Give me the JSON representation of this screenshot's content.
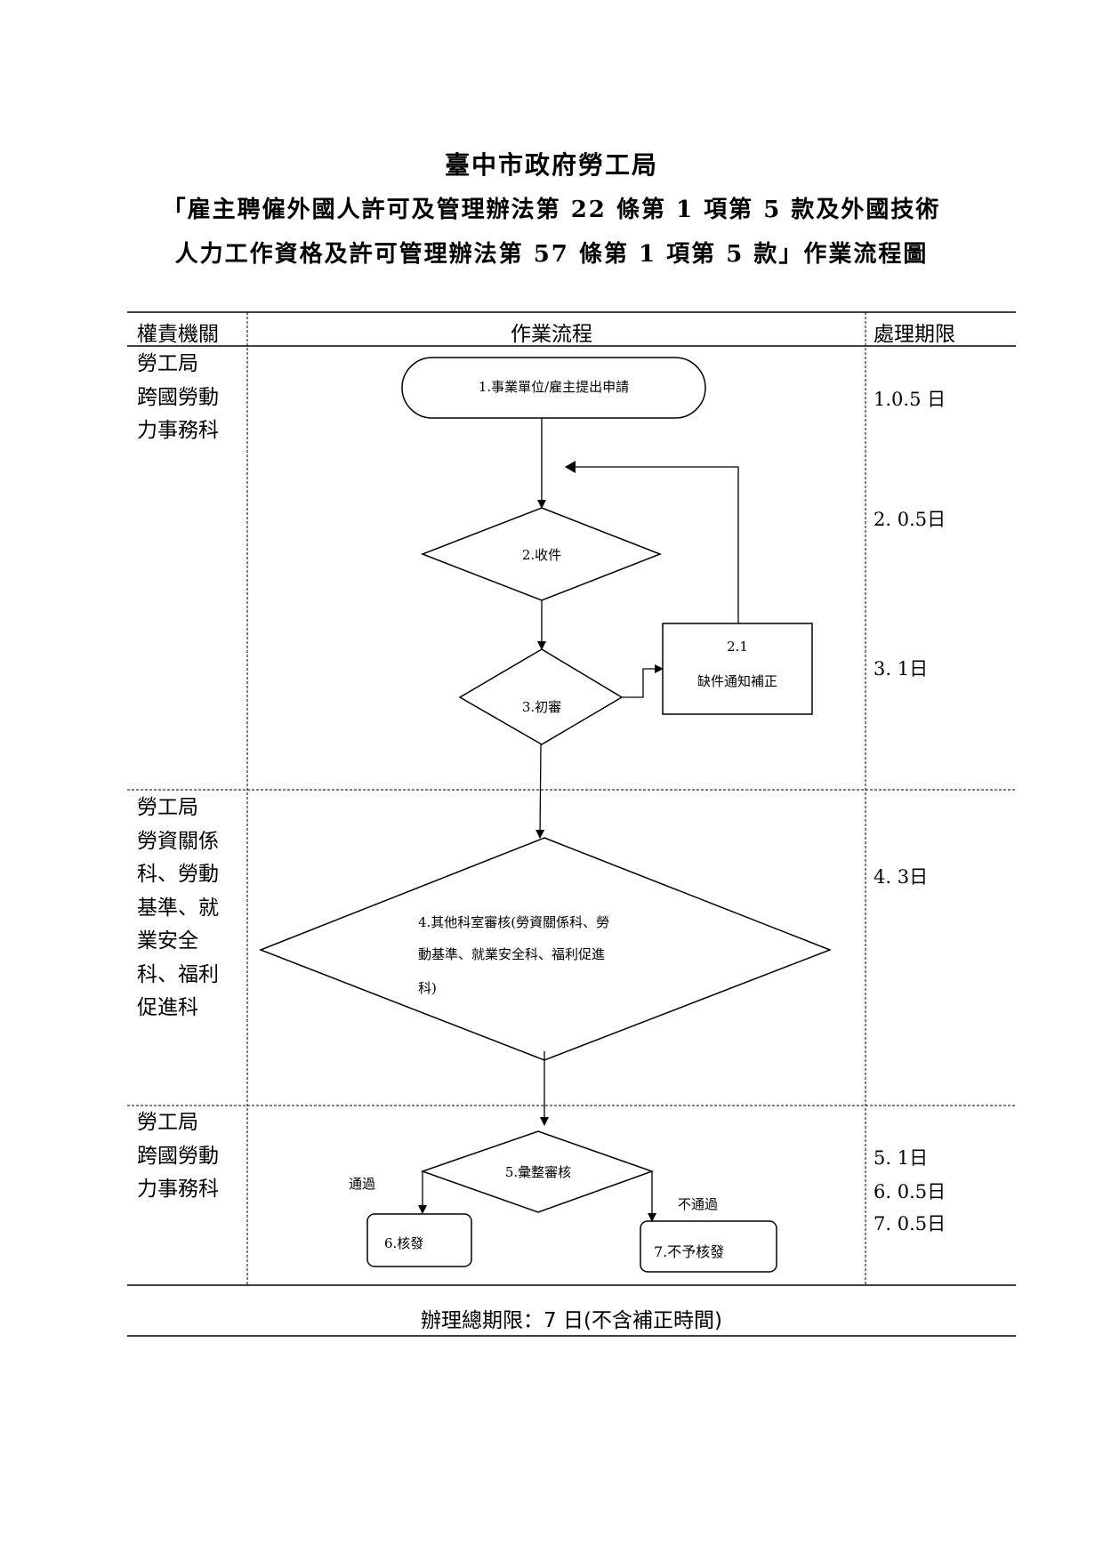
{
  "title": {
    "line1": "臺中市政府勞工局",
    "line2": "「雇主聘僱外國人許可及管理辦法第 22 條第 1 項第 5 款及外國技術",
    "line3": "人力工作資格及許可管理辦法第 57 條第 1 項第 5 款」作業流程圖"
  },
  "table": {
    "headers": [
      "權責機關",
      "作業流程",
      "處理期限"
    ],
    "rows": [
      {
        "org": [
          "勞工局",
          "跨國勞動",
          "力事務科"
        ],
        "days": [
          "1.0.5 日",
          "2. 0.5日",
          "3. 1日"
        ]
      },
      {
        "org": [
          "勞工局",
          "勞資關係",
          "科、勞動",
          "基準、就",
          "業安全",
          "科、福利",
          "促進科"
        ],
        "days": [
          "4. 3日"
        ]
      },
      {
        "org": [
          "勞工局",
          "跨國勞動",
          "力事務科"
        ],
        "days": [
          "5. 1日",
          "6. 0.5日",
          "7. 0.5日"
        ]
      }
    ],
    "footer": "辦理總期限：7 日(不含補正時間)"
  },
  "flow": {
    "n1": "1.事業單位/雇主提出申請",
    "n2": "2.收件",
    "n21_num": "2.1",
    "n21_label": "缺件通知補正",
    "n3": "3.初審",
    "n4": [
      "4.其他科室審核(勞資關係科、勞",
      "動基準、就業安全科、福利促進",
      "科)"
    ],
    "n5": "5.彙整審核",
    "n6": "6.核發",
    "n7": "7.不予核發",
    "pass": "通過",
    "fail": "不通過"
  }
}
